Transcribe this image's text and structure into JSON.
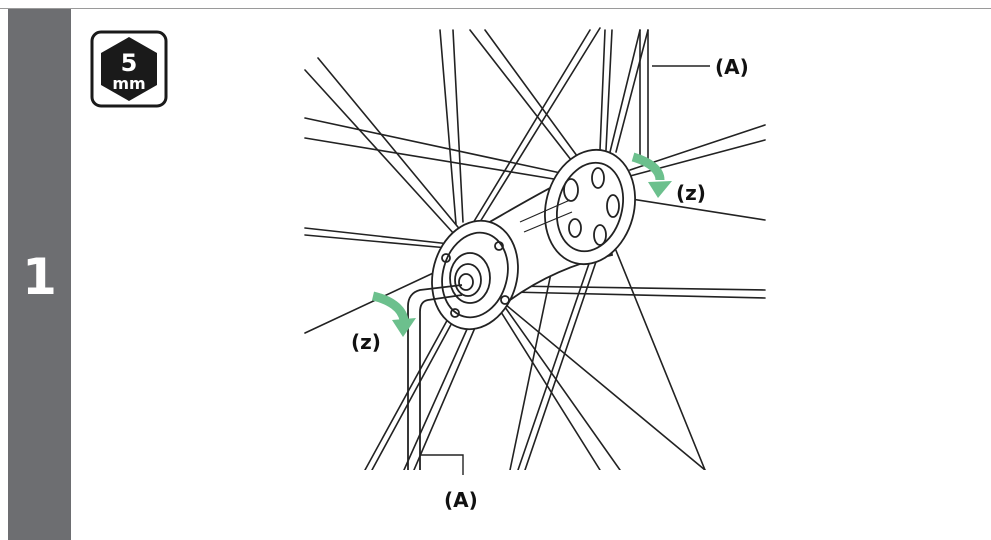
{
  "step": {
    "number": "1"
  },
  "tool": {
    "size": "5",
    "unit": "mm",
    "icon": "hex-key-icon"
  },
  "callouts": {
    "a_top": "(A)",
    "a_bottom": "(A)",
    "z_right": "(z)",
    "z_left": "(z)"
  },
  "colors": {
    "step_bar": "#6d6e71",
    "rotation_arrow": "#6cc08d",
    "line_art": "#222222"
  }
}
